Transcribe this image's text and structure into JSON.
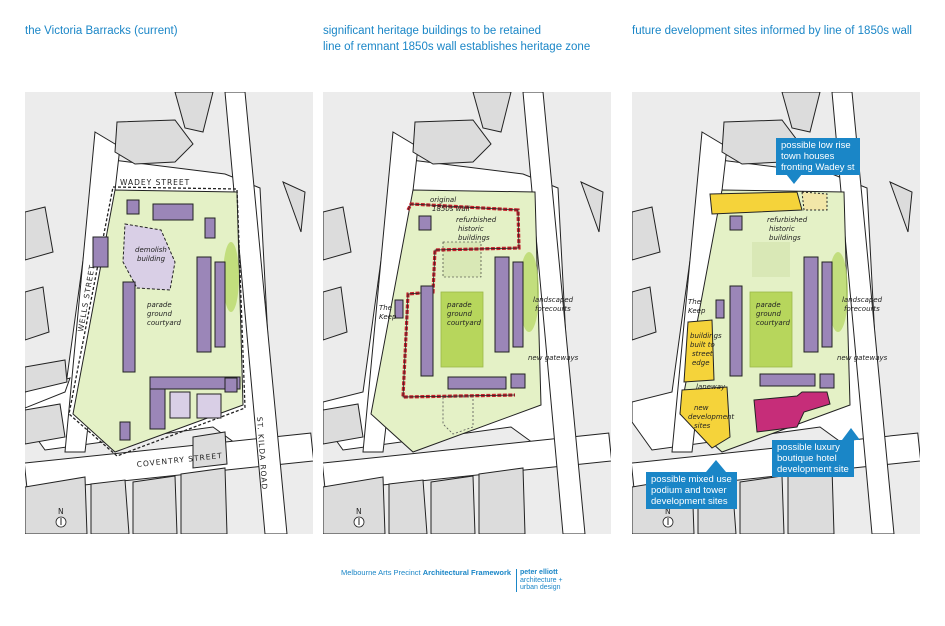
{
  "panels": [
    {
      "title_lines": [
        "the Victoria Barracks (current)"
      ],
      "annotations": {
        "wadey": "WADEY STREET",
        "wells": "WELLS STREET",
        "coventry": "COVENTRY STREET",
        "stkilda": "ST. KILDA ROAD",
        "demolish1": "demolish",
        "demolish2": "building",
        "parade1": "parade",
        "parade2": "ground",
        "parade3": "courtyard",
        "north": "N"
      }
    },
    {
      "title_lines": [
        "significant heritage buildings to be retained",
        "line of remnant 1850s wall establishes heritage zone"
      ],
      "annotations": {
        "wall1": "original",
        "wall2": "1850s wall",
        "refurb1": "refurbished",
        "refurb2": "historic",
        "refurb3": "buildings",
        "keep1": "The",
        "keep2": "Keep",
        "parade1": "parade",
        "parade2": "ground",
        "parade3": "courtyard",
        "land1": "landscaped",
        "land2": "forecourts",
        "gate": "new gateways",
        "north": "N"
      }
    },
    {
      "title_lines": [
        "future development sites informed  by line of 1850s wall"
      ],
      "annotations": {
        "refurb1": "refurbished",
        "refurb2": "historic",
        "refurb3": "buildings",
        "keep1": "The",
        "keep2": "Keep",
        "parade1": "parade",
        "parade2": "ground",
        "parade3": "courtyard",
        "land1": "landscaped",
        "land2": "forecourts",
        "gate": "new gateways",
        "bwt1": "buildings",
        "bwt2": "built to",
        "bwt3": "street",
        "bwt4": "edge",
        "lane": "laneway",
        "nd1": "new",
        "nd2": "development",
        "nd3": "sites",
        "north": "N"
      },
      "callouts": {
        "top": [
          "possible low rise",
          "town houses",
          "fronting Wadey st"
        ],
        "left": [
          "possible mixed use",
          "podium and tower",
          "development sites"
        ],
        "right": [
          "possible luxury",
          "boutique hotel",
          "development site"
        ]
      }
    }
  ],
  "footer": {
    "prefix": "Melbourne Arts Precinct ",
    "bold": "Architectural Framework",
    "logo": [
      "peter elliott",
      "architecture +",
      "urban design"
    ]
  },
  "colors": {
    "accent_blue": "#1a86c7",
    "site_green": "#e4f1c6",
    "courtyard_green": "#b7d65c",
    "building_purple": "#9b86b8",
    "demolish_lilac": "#d9cfe6",
    "heritage_wall_red": "#c4212d",
    "development_yellow": "#f5d33a",
    "hotel_magenta": "#c62d79",
    "street_grey": "#ececec"
  }
}
